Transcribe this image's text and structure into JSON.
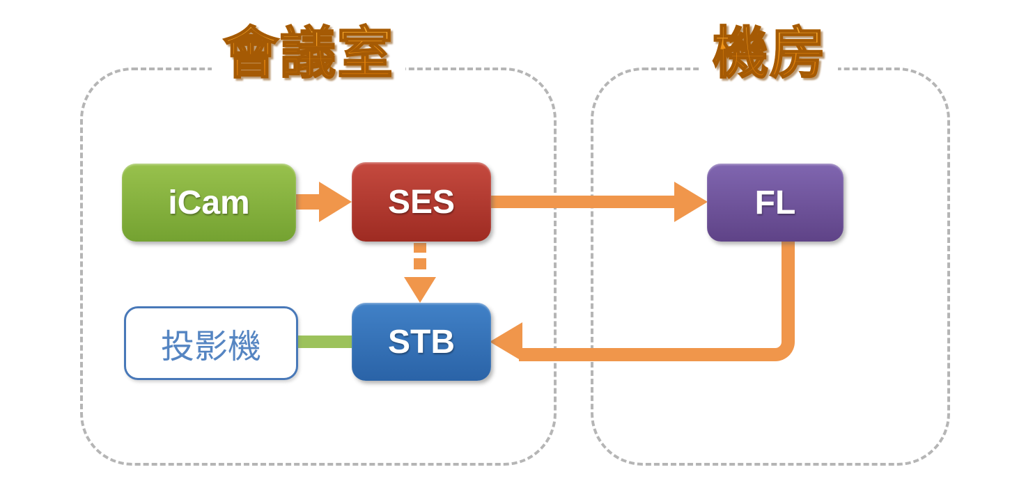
{
  "zones": {
    "meeting_room": {
      "label": "會議室",
      "contains": [
        "iCam",
        "SES",
        "STB",
        "投影機"
      ]
    },
    "server_room": {
      "label": "機房",
      "contains": [
        "FL"
      ]
    }
  },
  "nodes": {
    "icam": {
      "label": "iCam",
      "color_top": "#98C14D",
      "color_bottom": "#74A231",
      "text_color": "#FFFFFF"
    },
    "ses": {
      "label": "SES",
      "color_top": "#C54A3F",
      "color_bottom": "#9E2B22",
      "text_color": "#FFFFFF"
    },
    "fl": {
      "label": "FL",
      "color_top": "#8066B0",
      "color_bottom": "#5F4387",
      "text_color": "#FFFFFF"
    },
    "stb": {
      "label": "STB",
      "color_top": "#4181C7",
      "color_bottom": "#2A63A7",
      "text_color": "#FFFFFF"
    },
    "projector": {
      "label": "投影機",
      "fill": "#FFFFFF",
      "border_color": "#4878B8",
      "text_color": "#5585C2"
    }
  },
  "edges": [
    {
      "from": "iCam",
      "to": "SES",
      "type": "solid-arrow",
      "color": "#F0964B"
    },
    {
      "from": "SES",
      "to": "FL",
      "type": "solid-arrow",
      "color": "#F0964B"
    },
    {
      "from": "SES",
      "to": "STB",
      "type": "dashed-arrow",
      "color": "#F0964B"
    },
    {
      "from": "FL",
      "to": "STB",
      "type": "elbow-arrow",
      "color": "#F0964B"
    },
    {
      "from": "投影機",
      "to": "STB",
      "type": "line",
      "color": "#9CC25B"
    }
  ],
  "style": {
    "background": "#FFFFFF",
    "zone_border_color": "#B5B5B5",
    "zone_border_style": "dashed",
    "title_color": "#EE9013",
    "title_outline_color": "#A55A04"
  }
}
